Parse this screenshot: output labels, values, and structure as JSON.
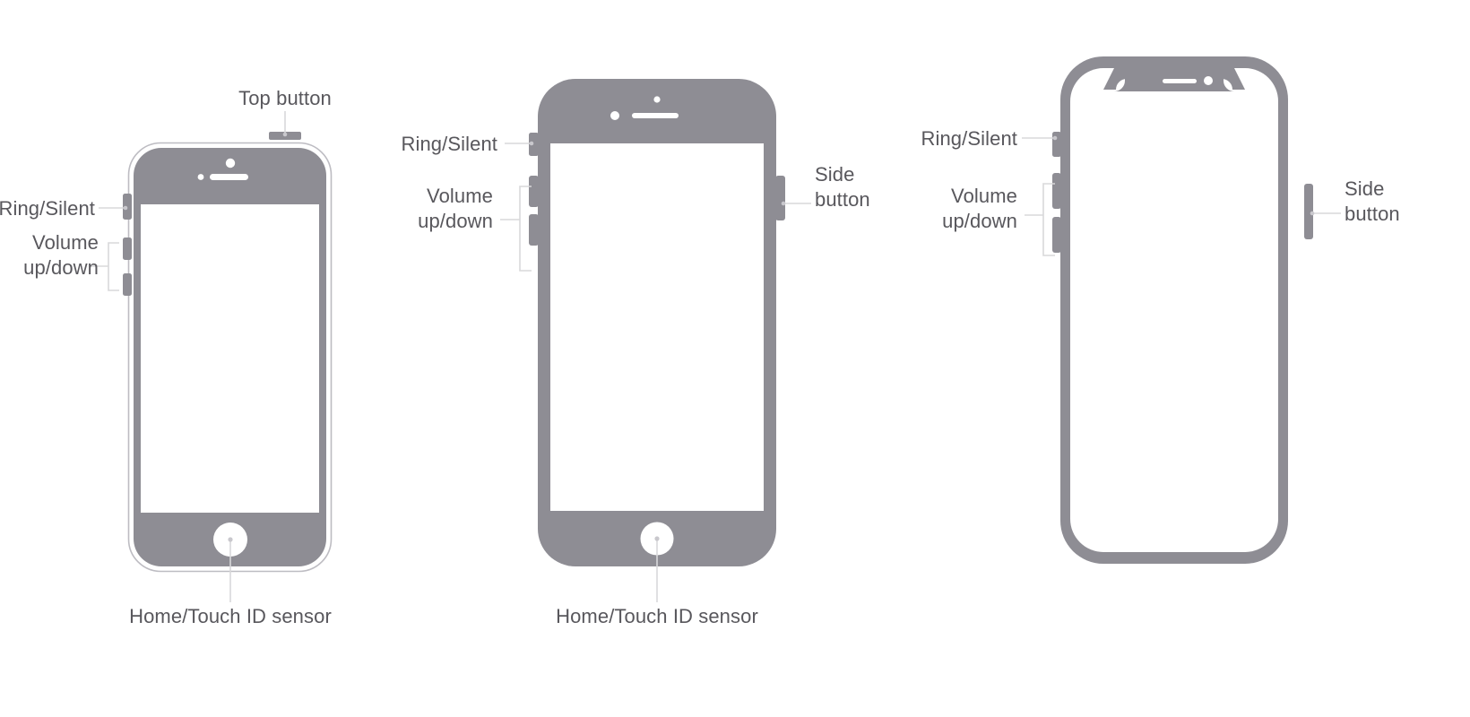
{
  "figure": {
    "title": "iPhone button locations",
    "background_color": "#ffffff",
    "body_color": "#8e8d94",
    "outline_color": "#8e8d94",
    "label_color": "#58575c",
    "leader_color": "#d8d8da",
    "screen_color": "#ffffff"
  },
  "devices": [
    {
      "id": "device-1",
      "name": "iphone-se-style",
      "labels": {
        "top_button": "Top button",
        "ring_silent": "Ring/Silent",
        "volume": "Volume\nup/down",
        "home": "Home/Touch ID sensor"
      }
    },
    {
      "id": "device-2",
      "name": "iphone-8-style",
      "labels": {
        "ring_silent": "Ring/Silent",
        "volume": "Volume\nup/down",
        "side_button": "Side\nbutton",
        "home": "Home/Touch ID sensor"
      }
    },
    {
      "id": "device-3",
      "name": "iphone-x-style",
      "labels": {
        "ring_silent": "Ring/Silent",
        "volume": "Volume\nup/down",
        "side_button": "Side\nbutton"
      }
    }
  ],
  "labels_flat": {
    "d1_top_button": "Top button",
    "d1_ring_silent": "Ring/Silent",
    "d1_volume_line1": "Volume",
    "d1_volume_line2": "up/down",
    "d1_home": "Home/Touch ID sensor",
    "d2_ring_silent": "Ring/Silent",
    "d2_volume_line1": "Volume",
    "d2_volume_line2": "up/down",
    "d2_side_line1": "Side",
    "d2_side_line2": "button",
    "d2_home": "Home/Touch ID sensor",
    "d3_ring_silent": "Ring/Silent",
    "d3_volume_line1": "Volume",
    "d3_volume_line2": "up/down",
    "d3_side_line1": "Side",
    "d3_side_line2": "button"
  }
}
